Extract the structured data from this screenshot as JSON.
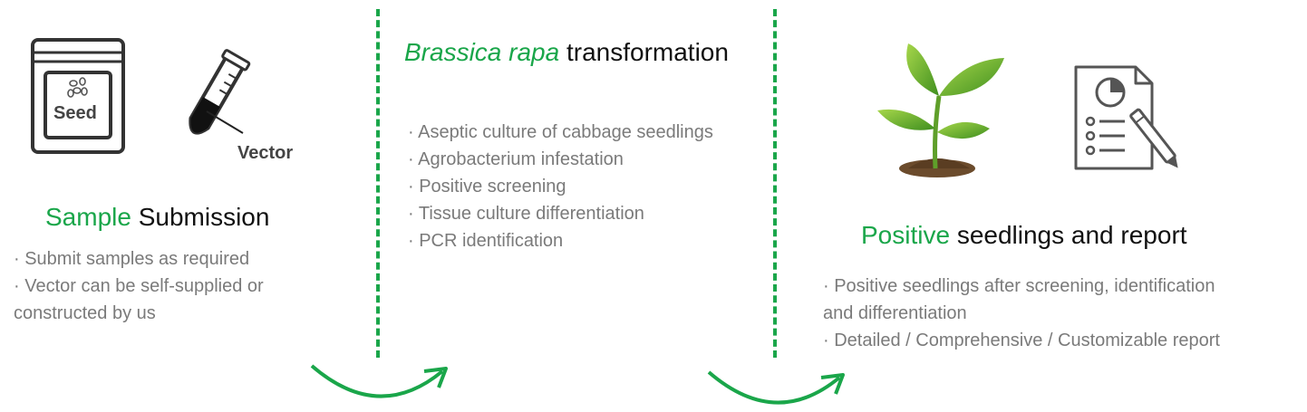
{
  "stage1": {
    "icon_seed_label": "Seed",
    "icon_vector_label": "Vector",
    "title_highlight": "Sample",
    "title_rest": " Submission",
    "bullets": [
      "· Submit samples as required",
      "· Vector can be self-supplied or",
      "constructed by us"
    ]
  },
  "stage2": {
    "title_highlight": "Brassica rapa",
    "title_rest": " transformation",
    "bullets": [
      "· Aseptic culture of cabbage seedlings",
      "· Agrobacterium infestation",
      "· Positive screening",
      "· Tissue culture differentiation",
      "· PCR identification"
    ]
  },
  "stage3": {
    "title_highlight": "Positive",
    "title_rest": " seedlings and report",
    "bullets": [
      "· Positive seedlings after screening, identification",
      "and differentiation",
      "· Detailed / Comprehensive / Customizable report"
    ]
  },
  "colors": {
    "accent": "#1aa64a",
    "body_text": "#7a7a7a",
    "title_text": "#111111"
  }
}
